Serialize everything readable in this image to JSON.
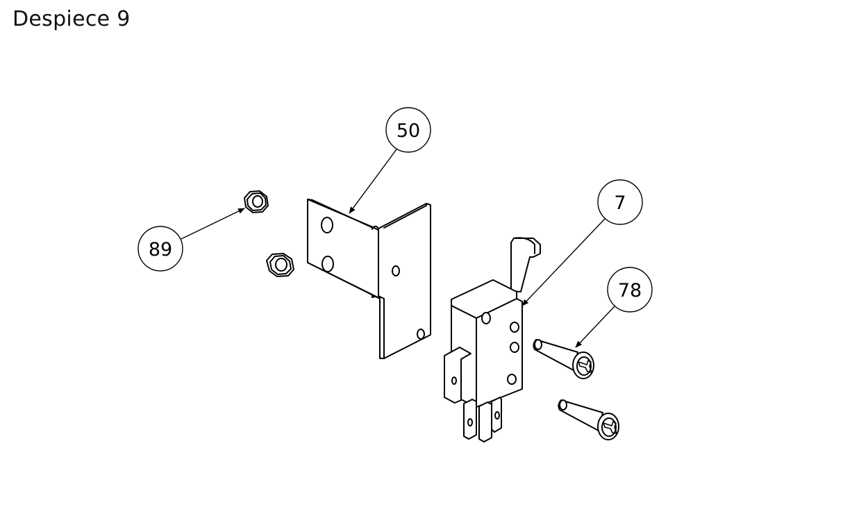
{
  "title": "Despiece 9",
  "balloons": [
    {
      "id": "b50",
      "label": "50",
      "part": "bracket"
    },
    {
      "id": "b7",
      "label": "7",
      "part": "micro-switch"
    },
    {
      "id": "b78",
      "label": "78",
      "part": "screw"
    },
    {
      "id": "b89",
      "label": "89",
      "part": "hex-nut"
    }
  ],
  "colors": {
    "line": "#000000",
    "background": "#ffffff"
  }
}
